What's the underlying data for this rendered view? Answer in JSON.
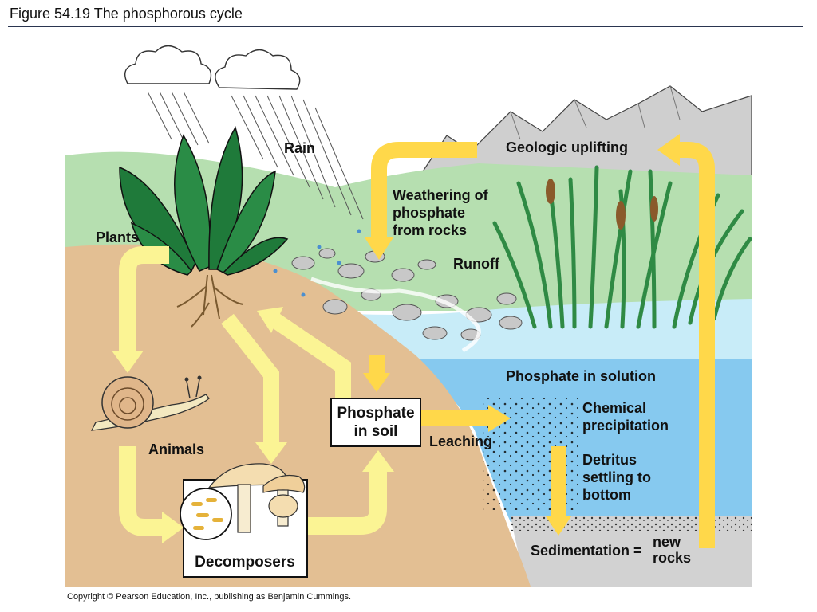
{
  "figure": {
    "title": "Figure 54.19  The phosphorous cycle",
    "copyright": "Copyright © Pearson Education, Inc., publishing as Benjamin Cummings."
  },
  "labels": {
    "rain": "Rain",
    "plants": "Plants",
    "geologic_uplifting": "Geologic uplifting",
    "weathering_line1": "Weathering of",
    "weathering_line2": "phosphate",
    "weathering_line3": "from rocks",
    "runoff": "Runoff",
    "phosphate_in_solution": "Phosphate in solution",
    "chemical_line1": "Chemical",
    "chemical_line2": "precipitation",
    "detritus_line1": "Detritus",
    "detritus_line2": "settling to",
    "detritus_line3": "bottom",
    "phosphate_soil_line1": "Phosphate",
    "phosphate_soil_line2": "in soil",
    "leaching": "Leaching",
    "animals": "Animals",
    "decomposers": "Decomposers",
    "sedimentation": "Sedimentation =",
    "new_rocks_line1": "new",
    "new_rocks_line2": "rocks"
  },
  "colors": {
    "soil": "#e3bf93",
    "grass": "#b6dfb0",
    "water": "#86c9ef",
    "shallow_water": "#c8ecf8",
    "mountain": "#cfcfcf",
    "arrow_yellow": "#ffd84a",
    "arrow_pale": "#fbf494",
    "leaf": "#1f7a3a"
  }
}
